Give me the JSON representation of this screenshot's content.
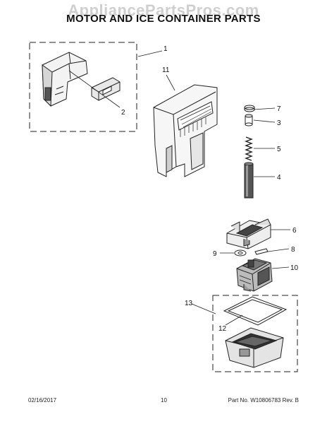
{
  "watermark": "AppliancePartsPros.com",
  "title": "MOTOR AND ICE CONTAINER PARTS",
  "callouts": [
    {
      "id": "1",
      "label": "1"
    },
    {
      "id": "2",
      "label": "2"
    },
    {
      "id": "3",
      "label": "3"
    },
    {
      "id": "4",
      "label": "4"
    },
    {
      "id": "5",
      "label": "5"
    },
    {
      "id": "6",
      "label": "6"
    },
    {
      "id": "7",
      "label": "7"
    },
    {
      "id": "8",
      "label": "8"
    },
    {
      "id": "9",
      "label": "9"
    },
    {
      "id": "10",
      "label": "10"
    },
    {
      "id": "11",
      "label": "11"
    },
    {
      "id": "12",
      "label": "12"
    },
    {
      "id": "13",
      "label": "13"
    }
  ],
  "footer": {
    "date": "02/16/2017",
    "page": "10",
    "part": "Part No. W10806783  Rev. B"
  }
}
